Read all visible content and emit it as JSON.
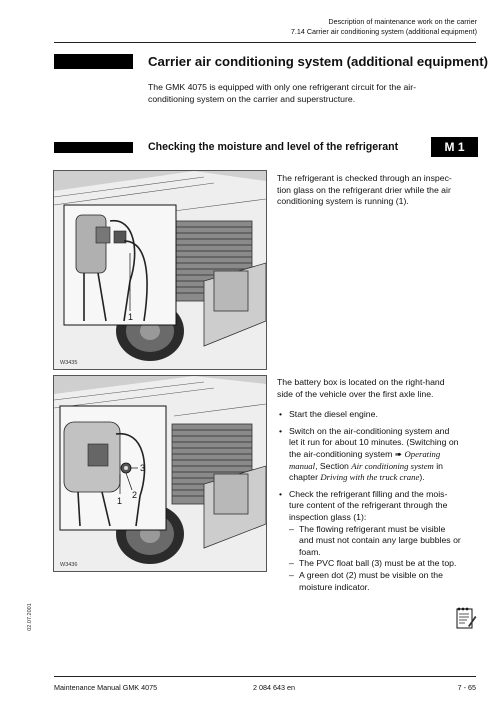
{
  "header": {
    "line1": "Description of maintenance work on the carrier",
    "line2": "7.14 Carrier air conditioning system (additional equipment)"
  },
  "section": {
    "title": "Carrier air conditioning system (additional equipment)",
    "intro_line1": "The GMK 4075 is equipped with only one refrigerant circuit for the air-",
    "intro_line2": "conditioning system on the carrier and superstructure."
  },
  "subsection": {
    "title": "Checking the moisture and level of the refrigerant",
    "badge": "M 1"
  },
  "figure1": {
    "code": "W3435",
    "callouts": [
      "1"
    ],
    "text_lines": [
      "The refrigerant is checked through an inspec-",
      "tion glass on the refrigerant drier while the air",
      "conditioning system is running (1)."
    ]
  },
  "figure2": {
    "code": "W3436",
    "callouts": [
      "3",
      "1",
      "2"
    ],
    "intro_lines": [
      "The battery box is located on the right-hand",
      "side of the vehicle over the first axle line."
    ],
    "bullet_glyph": "•",
    "dash_glyph": "–",
    "arrow_glyph": "➠",
    "bullets": {
      "b1": "Start the diesel engine.",
      "b2_l1": "Switch on the air-conditioning system and",
      "b2_l2": "let it run for about 10 minutes. (Switching on",
      "b2_l3a": "the air-conditioning system",
      "b2_l3b": "Operating",
      "b2_l4a": "manual",
      "b2_l4b": ", Section",
      "b2_l4c": "Air conditioning system",
      "b2_l4d": "in",
      "b2_l5a": "chapter",
      "b2_l5b": "Driving with the truck crane",
      "b2_l5c": ").",
      "b3_l1": "Check the refrigerant filling and the mois-",
      "b3_l2": "ture content of the refrigerant through the",
      "b3_l3": "inspection glass (1):",
      "s1_l1": "The flowing refrigerant must be visible",
      "s1_l2": "and must not contain any large bubbles or",
      "s1_l3": "foam.",
      "s2": "The PVC float ball (3) must be at the top.",
      "s3_l1": "A green dot (2) must be visible on the",
      "s3_l2": "moisture indicator."
    }
  },
  "margin_date": "02.07.2001",
  "footer": {
    "left": "Maintenance Manual GMK 4075",
    "center": "2 084 643 en",
    "right": "7 - 65"
  },
  "icons": {
    "notebook": "notebook-pen-icon"
  },
  "colors": {
    "text": "#111111",
    "bar": "#000000",
    "badge_bg": "#000000",
    "badge_text": "#ffffff"
  }
}
